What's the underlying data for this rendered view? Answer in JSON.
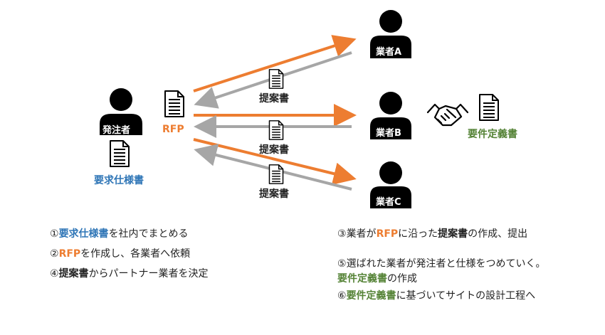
{
  "colors": {
    "blue": "#2e75b6",
    "orange": "#ed7d31",
    "green": "#548235",
    "gray": "#a6a6a6",
    "black": "#000000"
  },
  "actors": {
    "client": "発注者",
    "vendor_a": "業者A",
    "vendor_b": "業者B",
    "vendor_c": "業者C"
  },
  "documents": {
    "requirements_spec": "要求仕様書",
    "rfp": "RFP",
    "proposal": "提案書",
    "requirements_definition": "要件定義書"
  },
  "icons": [
    "person-icon",
    "document-icon",
    "handshake-icon"
  ],
  "steps": {
    "s1": {
      "num": "①",
      "key": "要求仕様書",
      "rest": "を社内でまとめる"
    },
    "s2": {
      "num": "②",
      "key": "RFP",
      "rest": "を作成し、各業者へ依頼"
    },
    "s3": {
      "num": "③",
      "pre": "業者が",
      "key1": "RFP",
      "mid": "に沿った",
      "key2": "提案書",
      "rest": "の作成、提出"
    },
    "s4": {
      "num": "④",
      "key": "提案書",
      "rest": "からパートナー業者を決定"
    },
    "s5": {
      "num": "⑤",
      "line1": "選ばれた業者が発注者と仕様をつめていく。",
      "key": "要件定義書",
      "rest": "の作成"
    },
    "s6": {
      "num": "⑥",
      "key": "要件定義書",
      "rest": "に基づいてサイトの設計工程へ"
    }
  }
}
